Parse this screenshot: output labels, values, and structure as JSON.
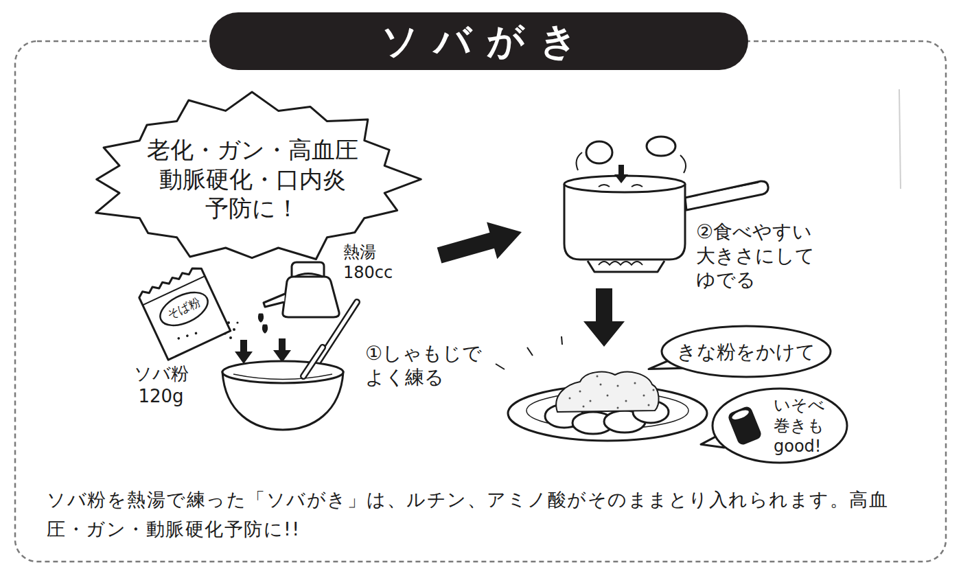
{
  "diagram": {
    "title": "ソバがき",
    "caption": "ソバ粉を熱湯で練った「ソバがき」は、ルチン、アミノ酸がそのままとり入れられます。高血圧・ガン・動脈硬化予防に!!",
    "nodes": [
      {
        "text": [
          "老化・ガン・高血圧 動脈硬化・口内炎 予防に！"
        ]
      },
      {
        "text": [
          "そば粉"
        ]
      },
      {
        "text": [
          "きな粉をかけて"
        ]
      },
      {
        "text": [
          "いそべ 巻きも good!"
        ]
      }
    ],
    "labels": [
      "熱湯 180cc",
      "ソバ粉 120g",
      "①しゃもじで よく練る",
      "②食べやすい 大きさにして ゆでる"
    ]
  }
}
